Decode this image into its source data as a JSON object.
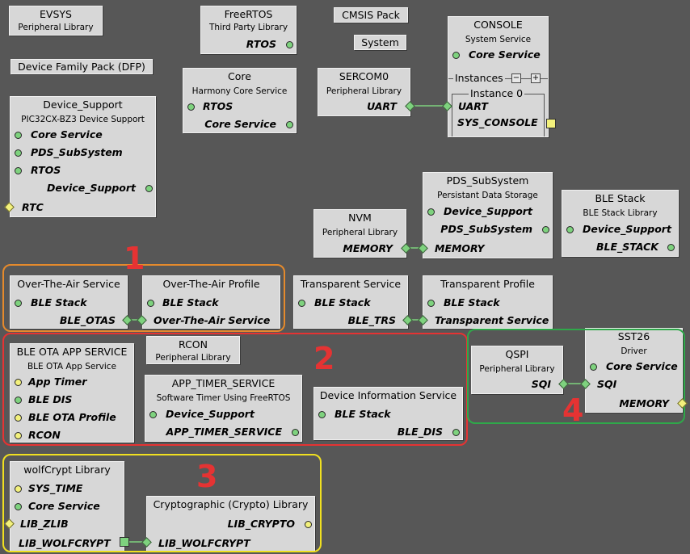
{
  "colors": {
    "canvas": "#575757",
    "box": "#d7d7d7",
    "port_green": "#7ed27e",
    "port_yellow": "#f3f17c",
    "wire": "#7ed27e",
    "group1": "#e58a2c",
    "group2": "#e53333",
    "group3": "#f0e020",
    "group4": "#2fa84a",
    "number": "#e53333"
  },
  "icons": {
    "green_dot": "connection-available-icon",
    "yellow_dot": "connection-optional-icon",
    "diamond": "connected-port-icon"
  },
  "components": {
    "evsys": {
      "title": "EVSYS",
      "sub": "Peripheral Library"
    },
    "freertos": {
      "title": "FreeRTOS",
      "sub": "Third Party Library",
      "ports": [
        "RTOS"
      ]
    },
    "cmsis": {
      "title": "CMSIS Pack"
    },
    "system": {
      "title": "System"
    },
    "console": {
      "title": "CONSOLE",
      "sub": "System Service",
      "ports": [
        "Core Service",
        "UART",
        "SYS_CONSOLE"
      ],
      "instances_label": "Instances",
      "instance_label": "Instance 0",
      "minus": "−",
      "plus": "+"
    },
    "dfp": {
      "title": "Device Family Pack (DFP)"
    },
    "core": {
      "title": "Core",
      "sub": "Harmony Core Service",
      "ports": [
        "RTOS",
        "Core Service"
      ]
    },
    "sercom0": {
      "title": "SERCOM0",
      "sub": "Peripheral Library",
      "ports": [
        "UART"
      ]
    },
    "device_support": {
      "title": "Device_Support",
      "sub": "PIC32CX-BZ3 Device Support",
      "ports": [
        "Core Service",
        "PDS_SubSystem",
        "RTOS",
        "Device_Support",
        "RTC"
      ]
    },
    "pds": {
      "title": "PDS_SubSystem",
      "sub": "Persistant Data Storage",
      "ports": [
        "Device_Support",
        "PDS_SubSystem",
        "MEMORY"
      ]
    },
    "nvm": {
      "title": "NVM",
      "sub": "Peripheral Library",
      "ports": [
        "MEMORY"
      ]
    },
    "ble_stack": {
      "title": "BLE Stack",
      "sub": "BLE Stack Library",
      "ports": [
        "Device_Support",
        "BLE_STACK"
      ]
    },
    "ota_service": {
      "title": "Over-The-Air Service",
      "ports": [
        "BLE Stack",
        "BLE_OTAS"
      ]
    },
    "ota_profile": {
      "title": "Over-The-Air Profile",
      "ports": [
        "BLE Stack",
        "Over-The-Air Service"
      ]
    },
    "trs": {
      "title": "Transparent Service",
      "ports": [
        "BLE Stack",
        "BLE_TRS"
      ]
    },
    "trp": {
      "title": "Transparent Profile",
      "ports": [
        "BLE Stack",
        "Transparent Service"
      ]
    },
    "ota_app": {
      "title": "BLE OTA APP SERVICE",
      "sub": "BLE OTA App Service",
      "ports": [
        "App Timer",
        "BLE DIS",
        "BLE OTA Profile",
        "RCON"
      ]
    },
    "rcon": {
      "title": "RCON",
      "sub": "Peripheral Library"
    },
    "app_timer": {
      "title": "APP_TIMER_SERVICE",
      "sub": "Software Timer Using FreeRTOS",
      "ports": [
        "Device_Support",
        "APP_TIMER_SERVICE"
      ]
    },
    "dis": {
      "title": "Device Information Service",
      "ports": [
        "BLE Stack",
        "BLE_DIS"
      ]
    },
    "qspi": {
      "title": "QSPI",
      "sub": "Peripheral Library",
      "ports": [
        "SQI"
      ]
    },
    "sst26": {
      "title": "SST26",
      "sub": "Driver",
      "ports": [
        "Core Service",
        "SQI",
        "MEMORY"
      ]
    },
    "wolfcrypt": {
      "title": "wolfCrypt Library",
      "ports": [
        "SYS_TIME",
        "Core Service",
        "LIB_ZLIB",
        "LIB_WOLFCRYPT"
      ]
    },
    "crypto": {
      "title": "Cryptographic (Crypto) Library",
      "ports": [
        "LIB_CRYPTO",
        "LIB_WOLFCRYPT"
      ]
    }
  },
  "groups": [
    {
      "number": "1"
    },
    {
      "number": "2"
    },
    {
      "number": "3"
    },
    {
      "number": "4"
    }
  ]
}
